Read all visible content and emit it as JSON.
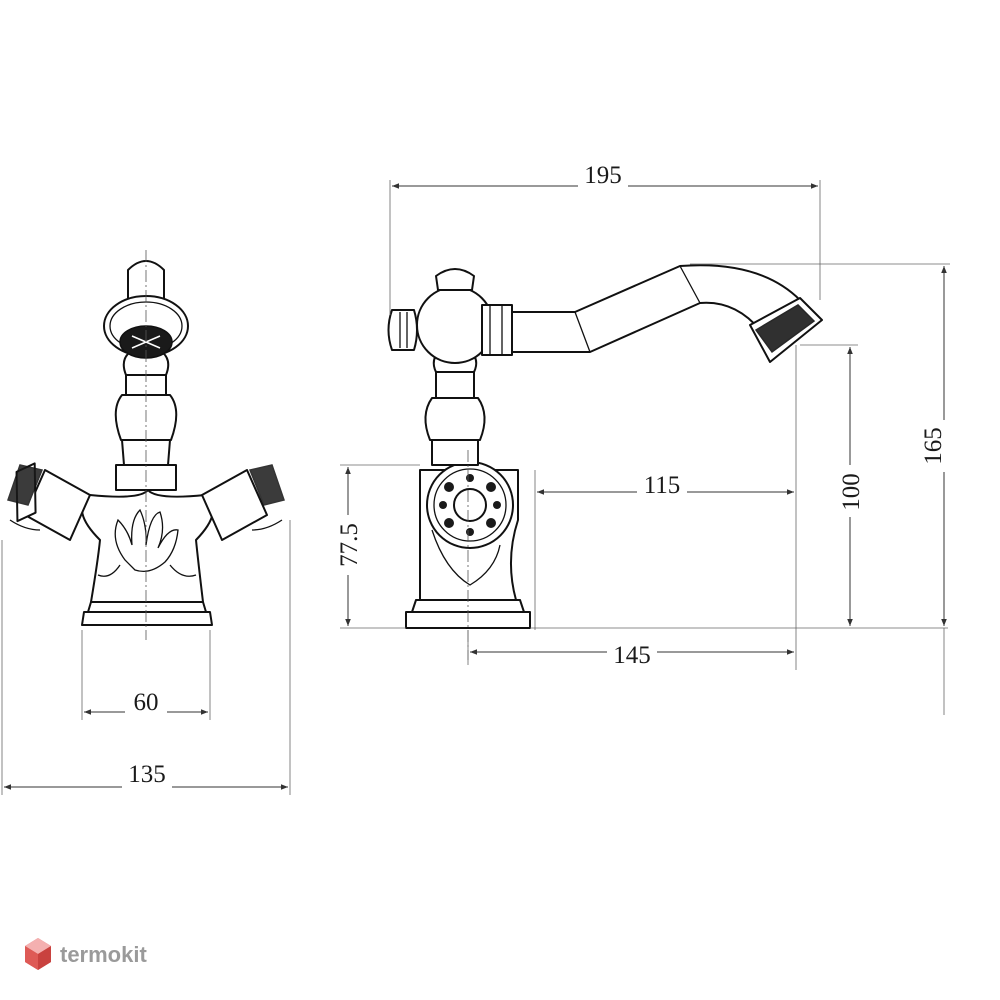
{
  "dimensions": {
    "front_base_width": "60",
    "front_total_width": "135",
    "side_total_length": "195",
    "side_spout_reach": "115",
    "side_base_to_spout": "145",
    "side_base_height": "77.5",
    "side_spout_height": "100",
    "side_total_height": "165"
  },
  "brand": {
    "name": "termokit",
    "logo_color": "#d9534f"
  }
}
